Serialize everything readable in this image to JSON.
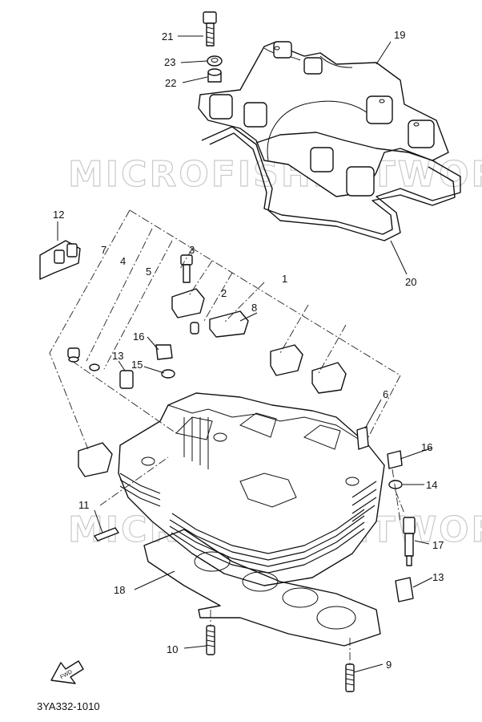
{
  "watermark": "MICROFISHNETWORK",
  "drawing_code": "3YA332-1010",
  "fwd_label": "FWD",
  "callouts": {
    "c1": "1",
    "c2": "2",
    "c3": "3",
    "c4": "4",
    "c5": "5",
    "c6": "6",
    "c7": "7",
    "c8": "8",
    "c9": "9",
    "c10": "10",
    "c11": "11",
    "c12": "12",
    "c13a": "13",
    "c13b": "13",
    "c14": "14",
    "c15": "15",
    "c16a": "16",
    "c16b": "16",
    "c17": "17",
    "c18": "18",
    "c19": "19",
    "c20": "20",
    "c21": "21",
    "c22": "22",
    "c23": "23"
  }
}
